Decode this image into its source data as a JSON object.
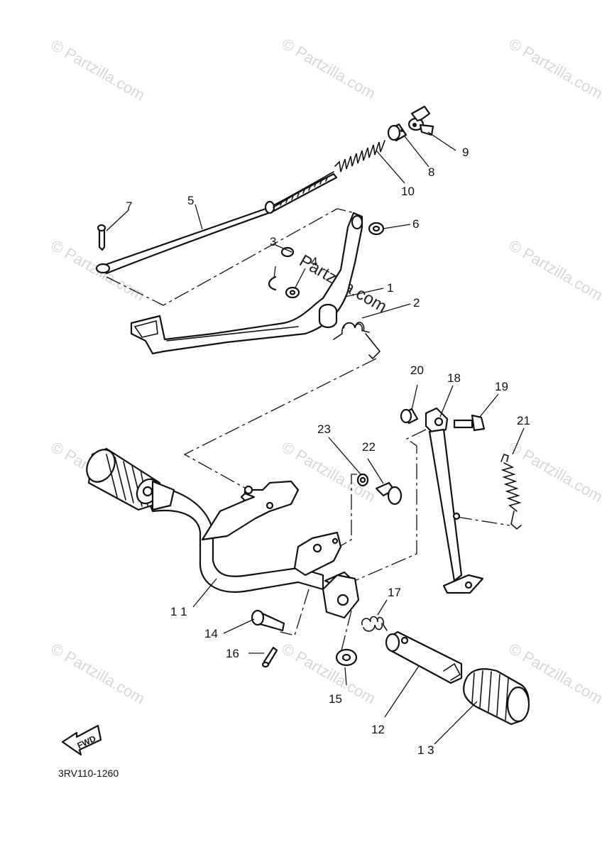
{
  "watermark": {
    "text": "© Partzilla.com",
    "center_text": "Partzilla.com"
  },
  "diagram_code": "3RV110-1260",
  "fwd_label": "FWD",
  "callouts": [
    {
      "id": "1",
      "label": "1"
    },
    {
      "id": "2",
      "label": "2"
    },
    {
      "id": "3",
      "label": "3"
    },
    {
      "id": "4",
      "label": "4"
    },
    {
      "id": "5",
      "label": "5"
    },
    {
      "id": "6",
      "label": "6"
    },
    {
      "id": "7",
      "label": "7"
    },
    {
      "id": "8",
      "label": "8"
    },
    {
      "id": "9",
      "label": "9"
    },
    {
      "id": "10",
      "label": "10"
    },
    {
      "id": "11",
      "label": "1 1"
    },
    {
      "id": "12",
      "label": "12"
    },
    {
      "id": "13",
      "label": "1 3"
    },
    {
      "id": "14",
      "label": "14"
    },
    {
      "id": "15",
      "label": "15"
    },
    {
      "id": "16",
      "label": "16"
    },
    {
      "id": "17",
      "label": "17"
    },
    {
      "id": "18",
      "label": "18"
    },
    {
      "id": "19",
      "label": "19"
    },
    {
      "id": "20",
      "label": "20"
    },
    {
      "id": "21",
      "label": "21"
    },
    {
      "id": "22",
      "label": "22"
    },
    {
      "id": "23",
      "label": "23"
    }
  ]
}
